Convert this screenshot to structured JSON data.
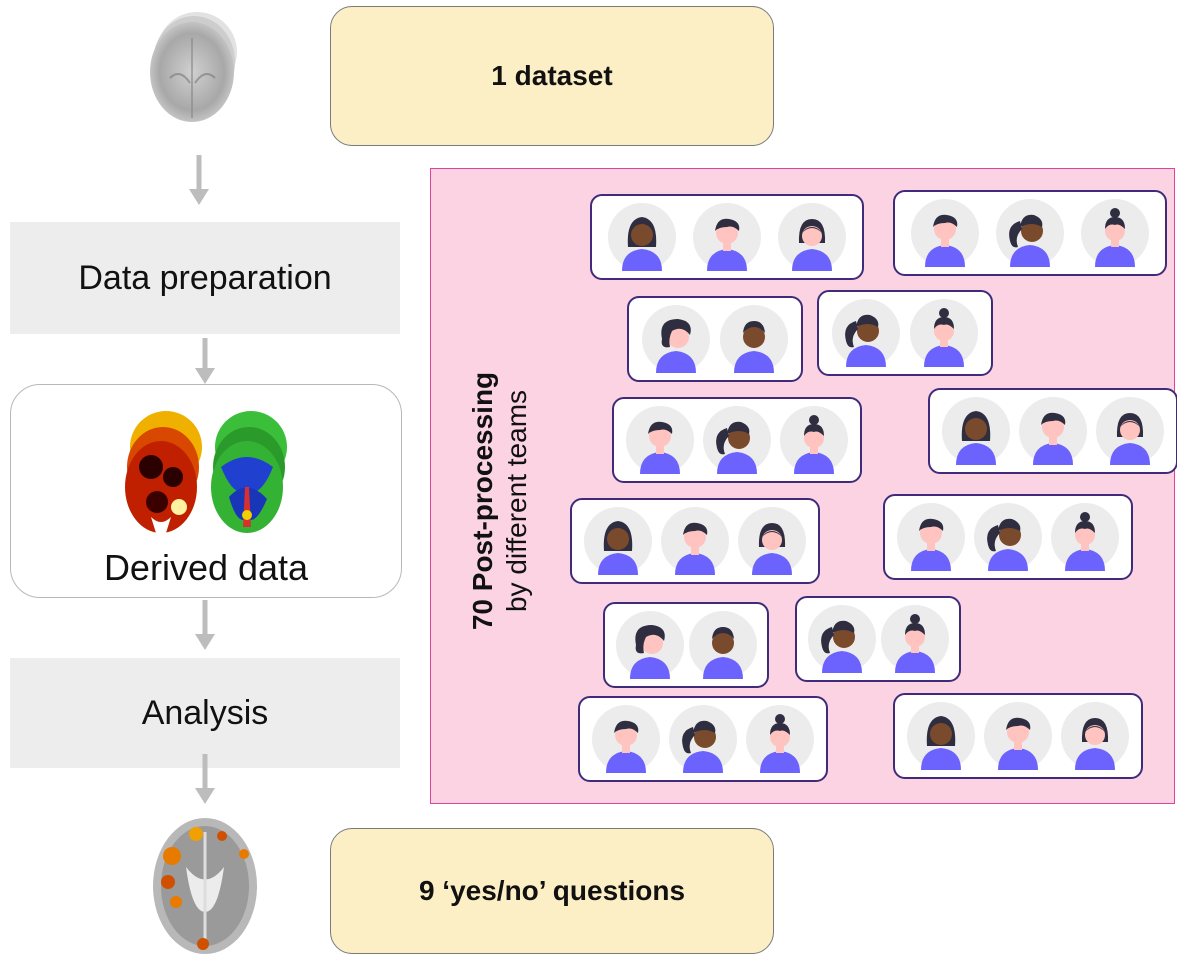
{
  "dataset_label": "1 dataset",
  "questions_label": "9 ‘yes/no’ questions",
  "steps": {
    "data_preparation": "Data preparation",
    "derived_data": "Derived data",
    "analysis": "Analysis"
  },
  "post_processing": {
    "bold": "70 Post-processing",
    "rest": "by different teams"
  },
  "colors": {
    "yellow_fill": "#fcefc6",
    "pink_panel": "#fbd3e3",
    "pink_border": "#e0439c",
    "team_border": "#3f2b7a",
    "body_purple": "#6c63ff",
    "arrow_grey": "#bdbdbd"
  },
  "teams": [
    {
      "members": [
        "long-hair-dark",
        "short-hair",
        "bob-hair"
      ]
    },
    {
      "members": [
        "short-hair",
        "ponytail-dark",
        "bun-hair"
      ]
    },
    {
      "members": [
        "wavy-hair",
        "curly-dark"
      ]
    },
    {
      "members": [
        "ponytail-dark",
        "bun-hair"
      ]
    },
    {
      "members": [
        "short-hair",
        "ponytail-dark",
        "bun-hair"
      ]
    },
    {
      "members": [
        "long-hair-dark",
        "short-hair",
        "bob-hair"
      ]
    },
    {
      "members": [
        "long-hair-dark",
        "short-hair",
        "bob-hair"
      ]
    },
    {
      "members": [
        "short-hair",
        "ponytail-dark",
        "bun-hair"
      ]
    },
    {
      "members": [
        "wavy-hair",
        "curly-dark"
      ]
    },
    {
      "members": [
        "ponytail-dark",
        "bun-hair"
      ]
    },
    {
      "members": [
        "short-hair",
        "ponytail-dark",
        "bun-hair"
      ]
    },
    {
      "members": [
        "long-hair-dark",
        "short-hair",
        "bob-hair"
      ]
    }
  ]
}
